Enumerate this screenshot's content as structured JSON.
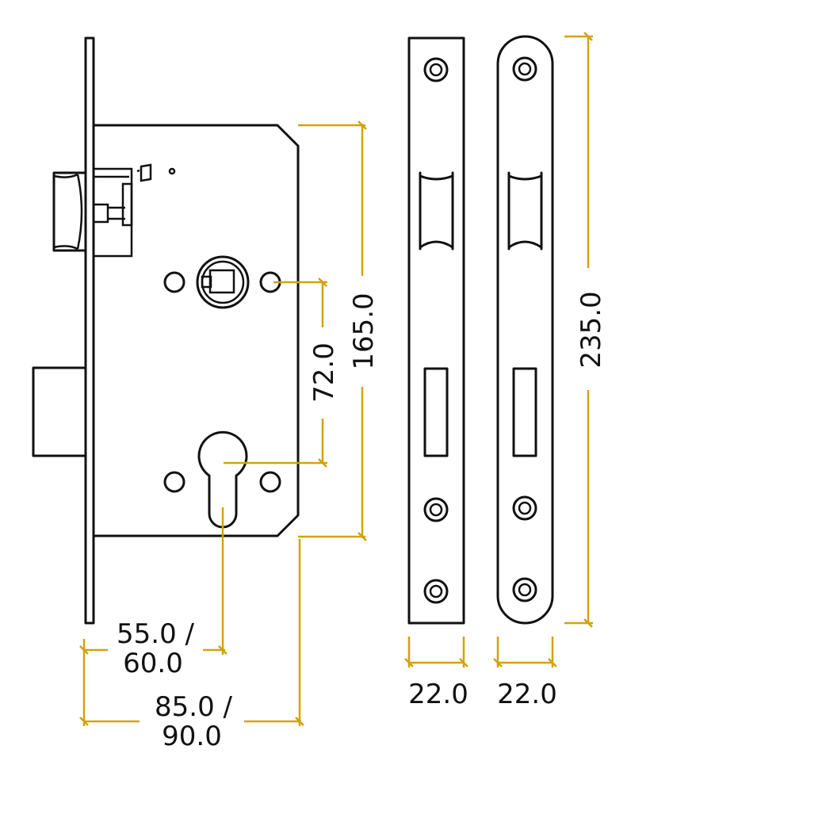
{
  "colors": {
    "outline": "#111111",
    "dimension": "#d4a20f",
    "background": "#ffffff"
  },
  "dimensions": {
    "case_height": "165.0",
    "centres": "72.0",
    "faceplate_length": "235.0",
    "backset_line1": "55.0 /",
    "backset_line2": "60.0",
    "case_depth_line1": "85.0 /",
    "case_depth_line2": "90.0",
    "square_plate_width": "22.0",
    "round_plate_width": "22.0"
  }
}
